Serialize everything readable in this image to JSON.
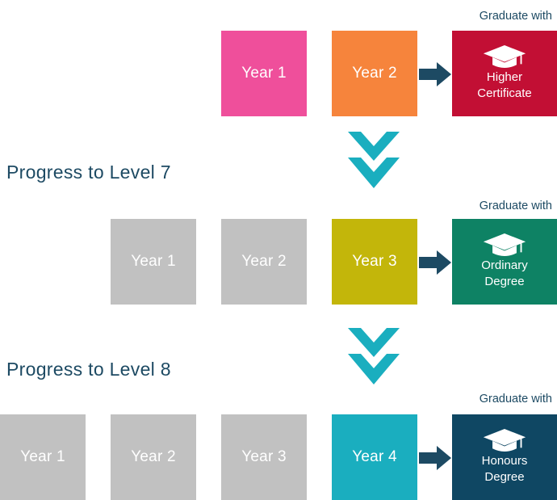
{
  "colors": {
    "pink": "#ef4f9b",
    "orange": "#f6843c",
    "olive": "#c3b60a",
    "teal": "#1aaebf",
    "grey": "#c1c1c1",
    "higher_certificate": "#c20f34",
    "ordinary_degree": "#0e8264",
    "honours_degree": "#0f4763",
    "navy": "#1d4a63",
    "chevron": "#1aaebf"
  },
  "row1": {
    "graduate_label": "Graduate with",
    "years": [
      "Year 1",
      "Year 2"
    ],
    "award_line1": "Higher",
    "award_line2": "Certificate"
  },
  "progress_level7": "Progress to Level 7",
  "row2": {
    "graduate_label": "Graduate with",
    "years": [
      "Year 1",
      "Year 2",
      "Year 3"
    ],
    "award_line1": "Ordinary",
    "award_line2": "Degree"
  },
  "progress_level8": "Progress to Level 8",
  "row3": {
    "graduate_label": "Graduate with",
    "years": [
      "Year 1",
      "Year 2",
      "Year 3",
      "Year 4"
    ],
    "award_line1": "Honours",
    "award_line2": "Degree"
  },
  "icons": [
    "right-arrow-icon",
    "graduation-cap-icon",
    "double-chevron-down-icon"
  ]
}
